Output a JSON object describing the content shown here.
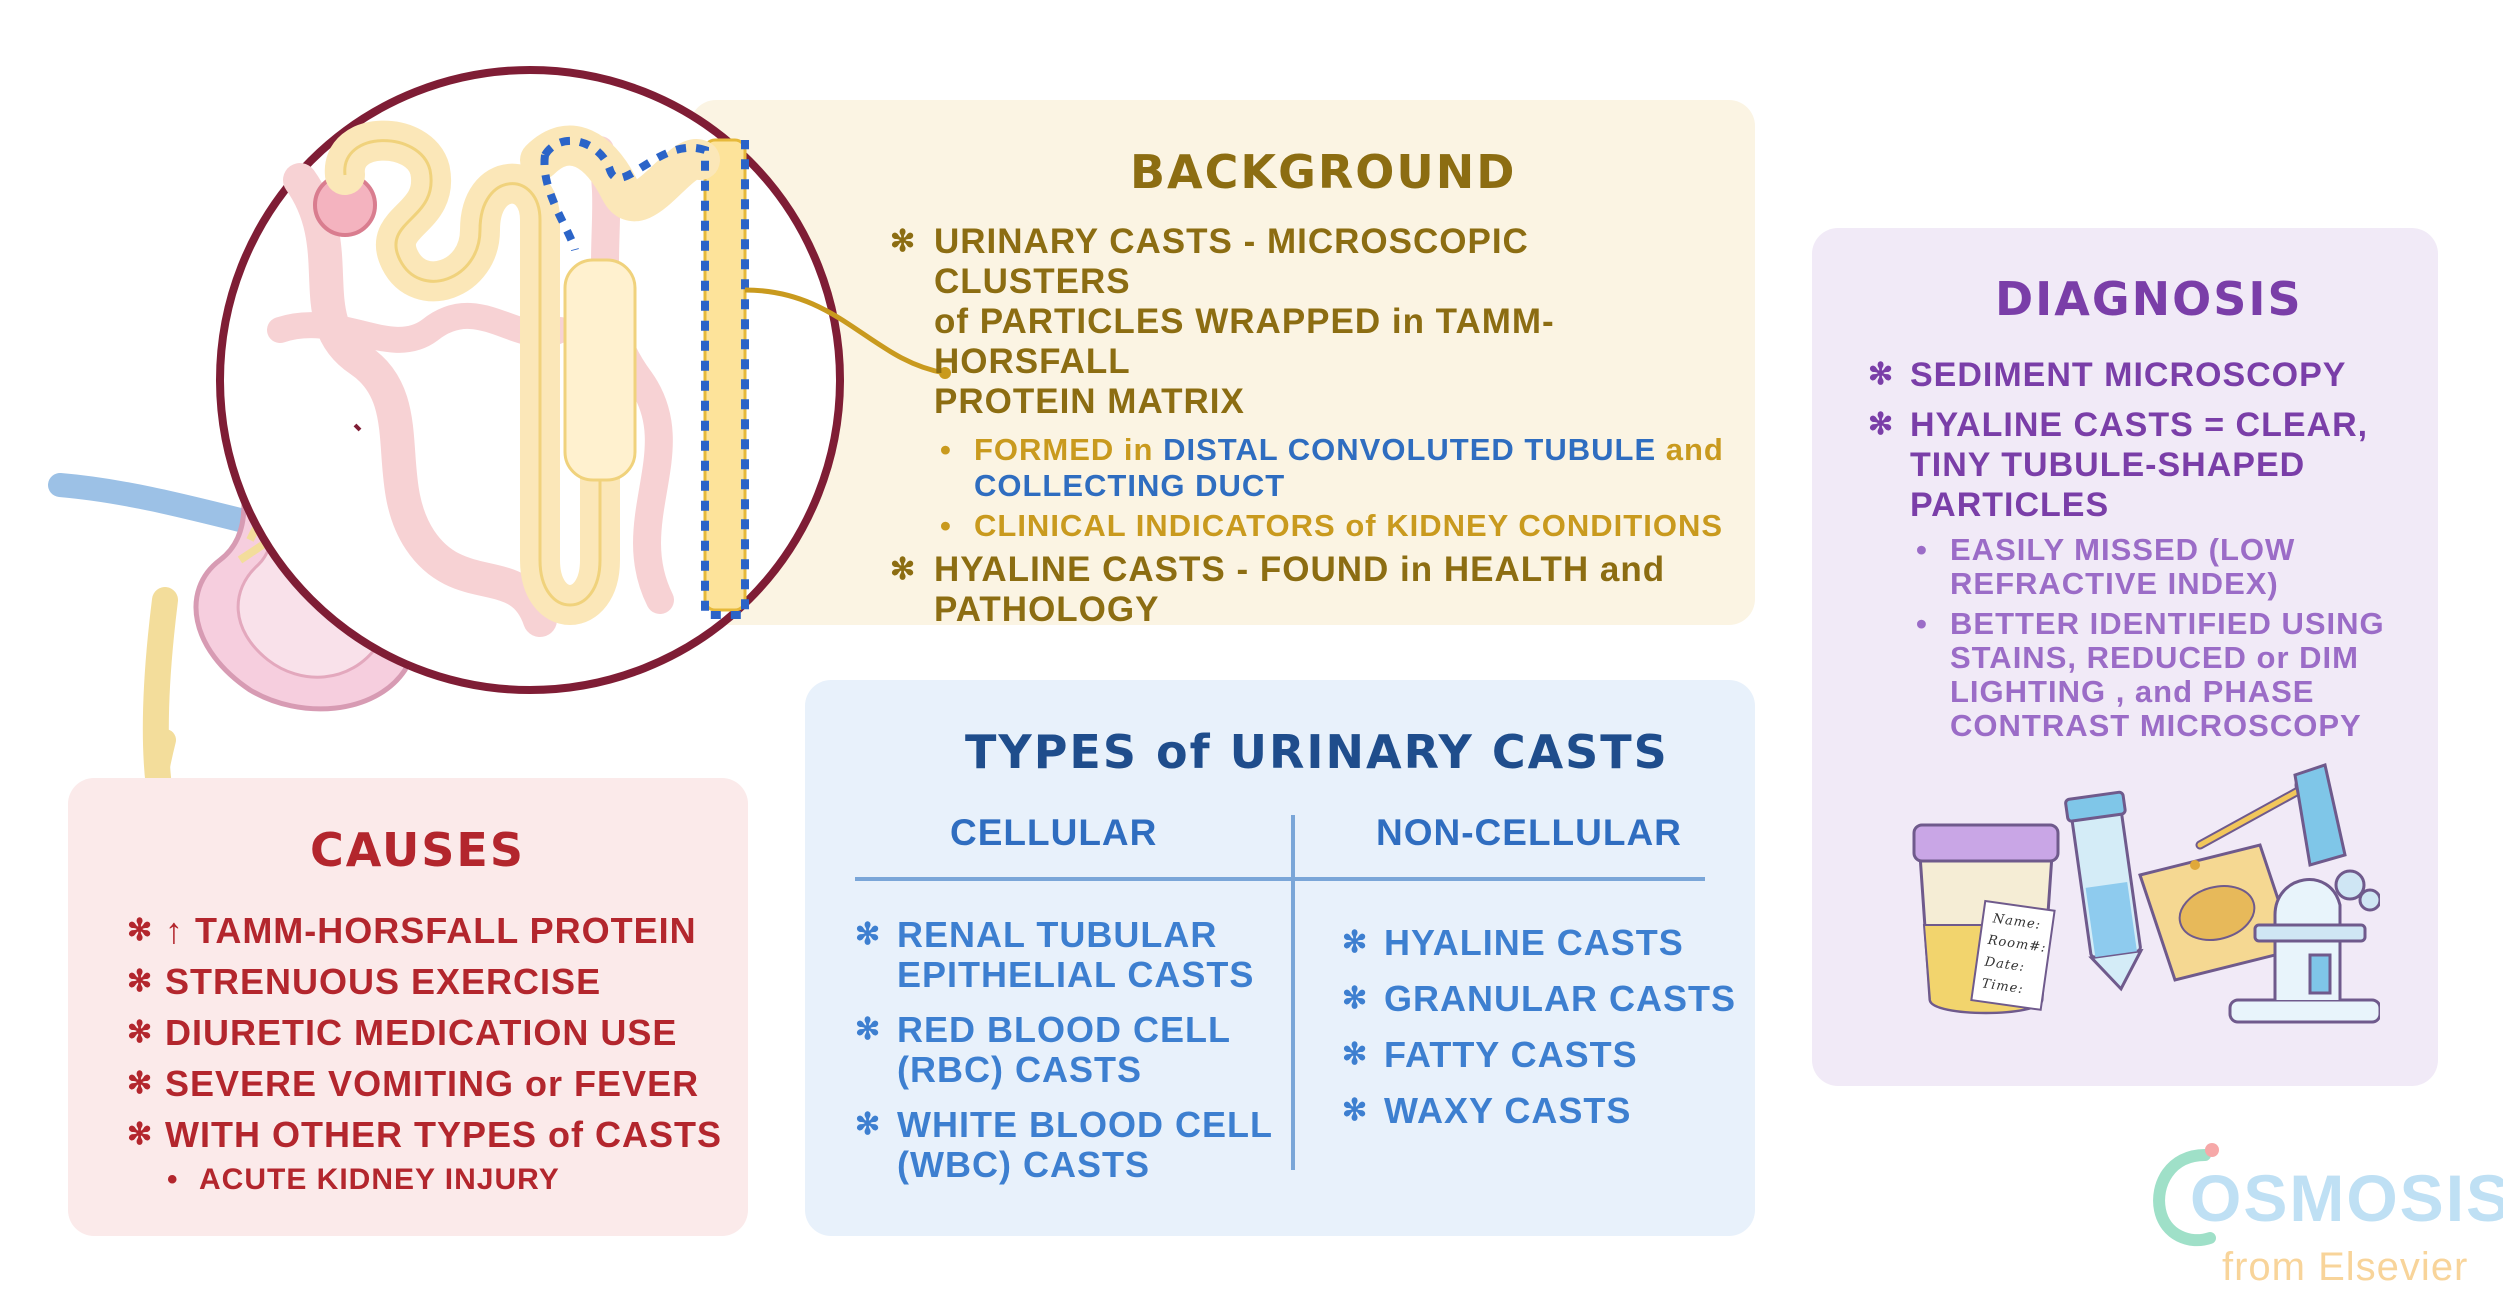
{
  "background": {
    "title": "BACKGROUND",
    "items": [
      {
        "bold": "URINARY CASTS",
        "rest_line1": " - MICROSCOPIC CLUSTERS",
        "rest_line2": "of PARTICLES WRAPPED in TAMM-HORSFALL",
        "rest_line3": "PROTEIN MATRIX"
      },
      {
        "line1": "HYALINE CASTS - FOUND in HEALTH and",
        "line2": "PATHOLOGY"
      }
    ],
    "sub_items": [
      {
        "pre": "FORMED in ",
        "blue1": "DISTAL CONVOLUTED TUBULE",
        "mid": " and",
        "blue2": "COLLECTING DUCT"
      },
      {
        "text": "CLINICAL INDICATORS of KIDNEY CONDITIONS"
      }
    ]
  },
  "diagnosis": {
    "title": "DIAGNOSIS",
    "item1": "SEDIMENT MICROSCOPY",
    "item2_bold": "HYALINE CASTS",
    "item2_line1_rest": " = CLEAR,",
    "item2_line2": "TINY TUBULE-SHAPED",
    "item2_line3": "PARTICLES",
    "sub1_line1": "EASILY MISSED (LOW",
    "sub1_line2": "REFRACTIVE INDEX)",
    "sub2_line1": "BETTER IDENTIFIED USING",
    "sub2_line2": "STAINS, REDUCED or DIM",
    "sub2_line3": "LIGHTING , and PHASE",
    "sub2_line4": "CONTRAST MICROSCOPY",
    "label_name": "Name:",
    "label_room": "Room#:",
    "label_date": "Date:",
    "label_time": "Time:"
  },
  "causes": {
    "title": "CAUSES",
    "items": [
      "↑ TAMM-HORSFALL PROTEIN",
      "STRENUOUS EXERCISE",
      "DIURETIC MEDICATION USE",
      "SEVERE VOMITING or FEVER",
      "WITH OTHER TYPES of CASTS"
    ],
    "sub": "ACUTE KIDNEY INJURY"
  },
  "types": {
    "title": "TYPES of URINARY CASTS",
    "col1_header": "CELLULAR",
    "col2_header": "NON-CELLULAR",
    "cellular": [
      {
        "l1": "RENAL TUBULAR",
        "l2": "EPITHELIAL CASTS"
      },
      {
        "l1": "RED BLOOD CELL",
        "l2": "(RBC) CASTS"
      },
      {
        "l1": "WHITE BLOOD CELL",
        "l2": "(WBC) CASTS"
      }
    ],
    "noncellular": [
      "HYALINE CASTS",
      "GRANULAR CASTS",
      "FATTY CASTS",
      "WAXY CASTS"
    ]
  },
  "logo": {
    "brand": "OSMOSIS",
    "sub": "from Elsevier"
  },
  "colors": {
    "background_panel": "#fbf4e3",
    "background_text": "#8c6d12",
    "diagnosis_panel": "#f1eaf7",
    "diagnosis_text": "#7a3ea8",
    "causes_panel": "#fbeaea",
    "causes_text": "#b3262d",
    "types_panel": "#e8f1fb",
    "types_text": "#2f6dc0",
    "types_title": "#1f4d8c"
  }
}
